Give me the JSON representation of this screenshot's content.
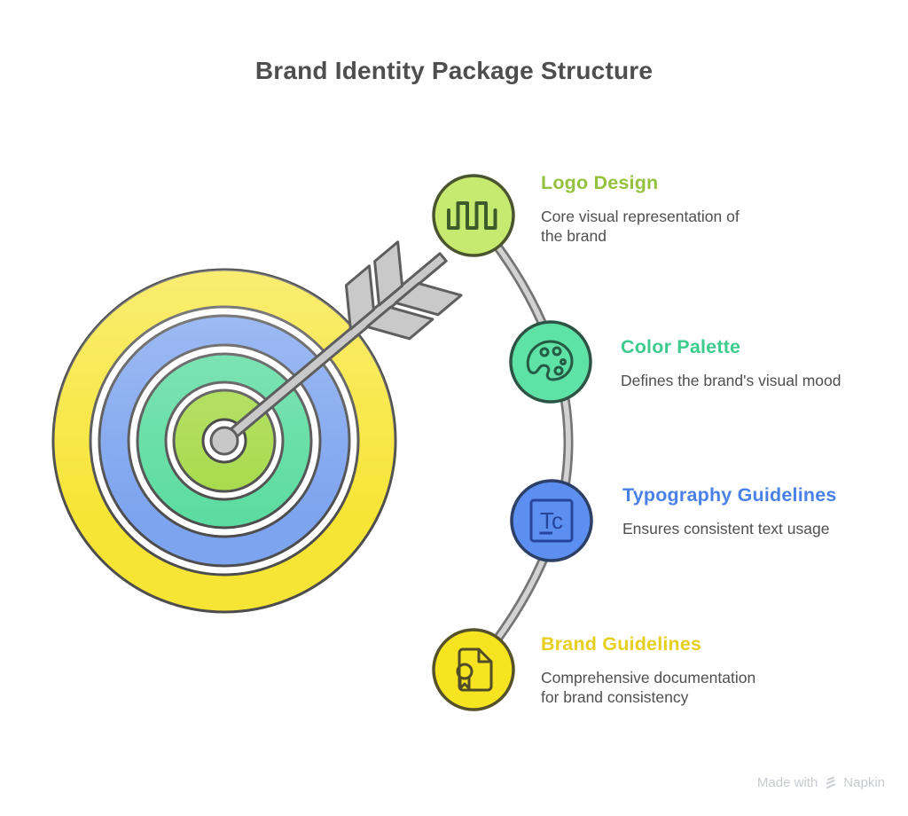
{
  "title": "Brand Identity Package Structure",
  "nodes": [
    {
      "label": "Logo Design",
      "description": "Core visual representation of the brand",
      "accent": "#94c13e",
      "circle_fill": "#c6ea70",
      "circle_stroke": "#4a542e",
      "icon_stroke": "#3f5a2b",
      "icon": "waveform-icon"
    },
    {
      "label": "Color Palette",
      "description": "Defines the brand's visual mood",
      "accent": "#3ecb8e",
      "circle_fill": "#5fe2a6",
      "circle_stroke": "#2d5344",
      "icon_stroke": "#265c43",
      "icon": "palette-icon"
    },
    {
      "label": "Typography Guidelines",
      "description": "Ensures consistent text usage",
      "accent": "#4a81e8",
      "circle_fill": "#5c8ff0",
      "circle_stroke": "#2c3f66",
      "icon_stroke": "#27459c",
      "icon_text": "Tc",
      "icon": "typography-icon"
    },
    {
      "label": "Brand Guidelines",
      "description": "Comprehensive documentation for brand consistency",
      "accent": "#e6cf1e",
      "circle_fill": "#f7e420",
      "circle_stroke": "#55512a",
      "icon_stroke": "#514d28",
      "icon": "certificate-icon"
    }
  ],
  "target": {
    "rings": {
      "outer_yellow": "#f7e535",
      "blue": "#7da4ef",
      "green": "#5cdca0",
      "inner_lime": "#a6da48",
      "white": "#ffffff",
      "bullseye_gray": "#c8c8c8"
    },
    "outline": "#4d4d4d"
  },
  "arrow": {
    "fill": "#c9c9c9",
    "outline": "#5e5e5e"
  },
  "connector": {
    "outline": "#757575",
    "fill": "#d2d2d2"
  },
  "watermark": {
    "prefix": "Made with",
    "brand": "Napkin"
  }
}
